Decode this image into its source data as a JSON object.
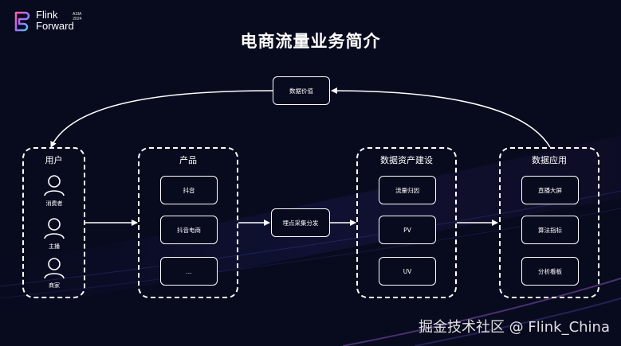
{
  "logo": {
    "line1": "Flink",
    "line2": "Forward",
    "region": "ASIA",
    "year": "2024"
  },
  "title": "电商流量业务简介",
  "feedback": {
    "label": "数据价值"
  },
  "users": {
    "title": "用户",
    "roles": [
      {
        "label": "消费者"
      },
      {
        "label": "主播"
      },
      {
        "label": "商家"
      }
    ]
  },
  "product": {
    "title": "产品",
    "items": [
      {
        "label": "抖音"
      },
      {
        "label": "抖音电商"
      },
      {
        "label": "…"
      }
    ]
  },
  "collect": {
    "label": "埋点采集分发"
  },
  "assets": {
    "title": "数据资产建设",
    "items": [
      {
        "label": "流量归因"
      },
      {
        "label": "PV"
      },
      {
        "label": "UV"
      }
    ]
  },
  "apps": {
    "title": "数据应用",
    "items": [
      {
        "label": "直播大屏"
      },
      {
        "label": "算法指标"
      },
      {
        "label": "分析看板"
      }
    ]
  },
  "watermark": "掘金技术社区 @ Flink_China",
  "colors": {
    "background": "#080a1e",
    "foreground": "#ffffff",
    "sweep": "#3a3fc0"
  }
}
